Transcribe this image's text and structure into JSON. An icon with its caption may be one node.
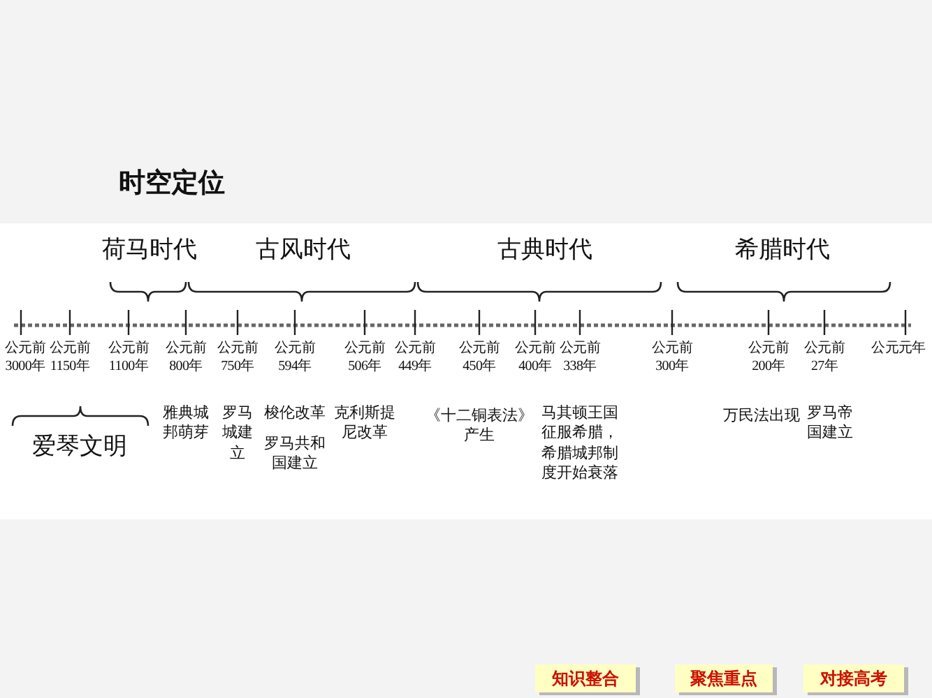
{
  "diagram": {
    "title": "时空定位",
    "labels": [
      "荷马时代",
      "古风时代",
      "古典时代",
      "希腊时代",
      "公元前 3000年",
      "公元前 1150年",
      "公元前 1100年",
      "公元前 800年",
      "公元前 750年",
      "公元前 594年",
      "公元前 506年",
      "公元前 449年",
      "公元前 450年",
      "公元前 400年",
      "公元前 338年",
      "公元前 300年",
      "公元前 200年",
      "公元前 27年",
      "公元元年",
      "雅典城邦萌芽",
      "罗马城建立",
      "梭伦改革",
      "罗马共和国建立",
      "克利斯提尼改革",
      "《十二铜表法》产生",
      "马其顿王国征服希腊，希腊城邦制度开始衰落",
      "万民法出现",
      "罗马帝国建立",
      "爱琴文明",
      "知识整合",
      "聚焦重点",
      "对接高考"
    ]
  }
}
